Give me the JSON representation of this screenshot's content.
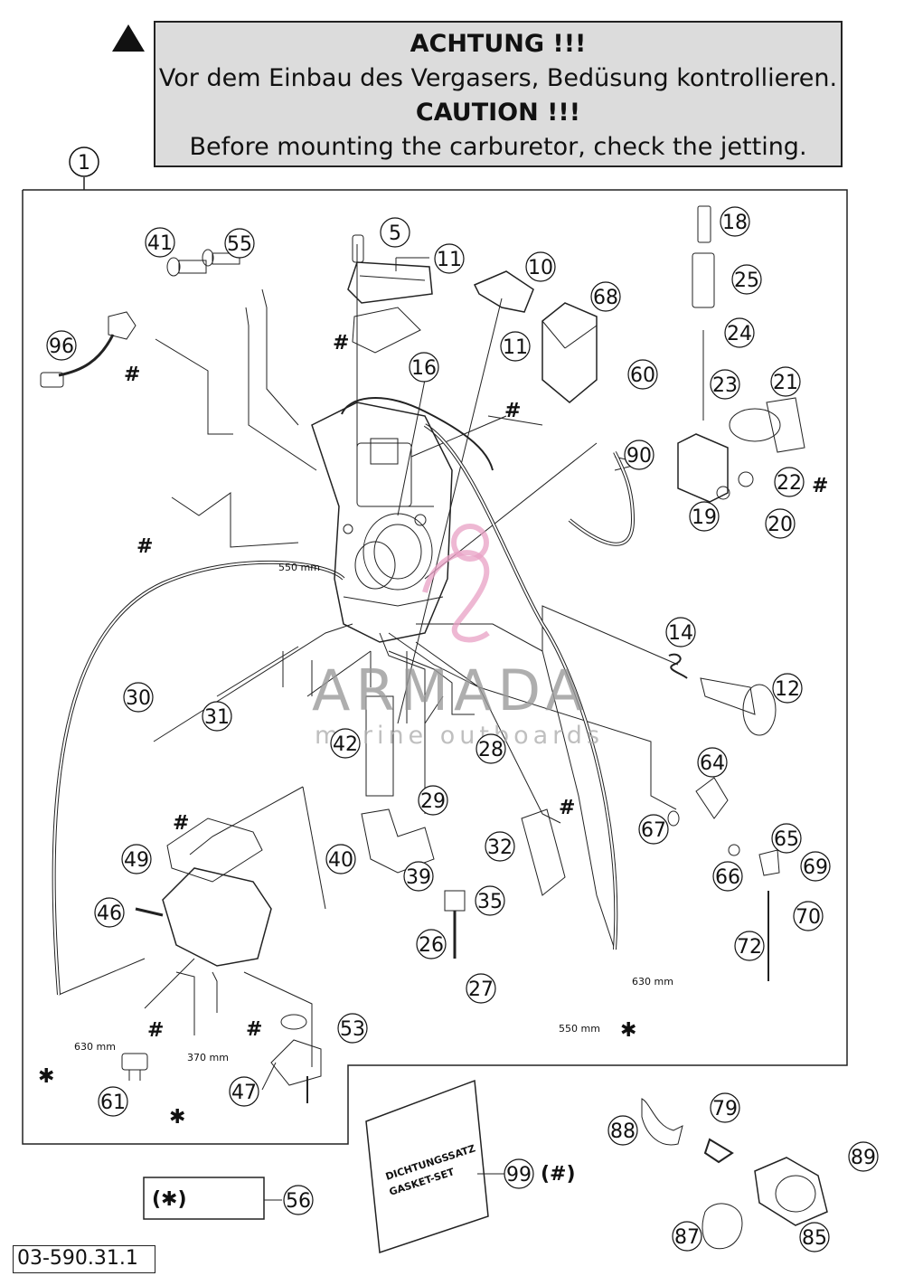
{
  "warning": {
    "title_de": "ACHTUNG !!!",
    "text_de": "Vor dem Einbau des Vergasers, Bedüsung kontrollieren.",
    "title_en": "CAUTION !!!",
    "text_en": "Before mounting the carburetor, check the jetting."
  },
  "assembly_number": "1",
  "reference_code": "03-590.31.1",
  "watermark": {
    "brand": "ARMADA",
    "tagline": "marine outboards"
  },
  "kit": {
    "line1": "DICHTUNGSSATZ",
    "line2": "GASKET-SET"
  },
  "legend": {
    "symbol": "(✱)",
    "kit_marker": "(#)"
  },
  "marks": {
    "hash": "#",
    "star": "✱"
  },
  "hose_lengths": {
    "l550": "550 mm",
    "l630": "630 mm",
    "l370": "370 mm"
  },
  "callouts": [
    "5",
    "10",
    "11",
    "11",
    "12",
    "14",
    "16",
    "18",
    "19",
    "20",
    "21",
    "22",
    "23",
    "24",
    "25",
    "26",
    "27",
    "28",
    "29",
    "30",
    "31",
    "32",
    "35",
    "39",
    "40",
    "41",
    "42",
    "46",
    "47",
    "49",
    "53",
    "55",
    "56",
    "60",
    "61",
    "64",
    "65",
    "66",
    "67",
    "68",
    "69",
    "70",
    "72",
    "79",
    "85",
    "87",
    "88",
    "89",
    "90",
    "96",
    "99"
  ]
}
